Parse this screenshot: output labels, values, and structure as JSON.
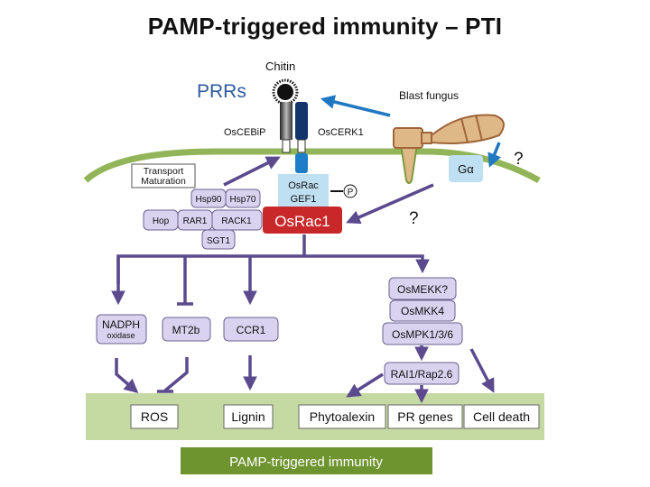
{
  "title": "PAMP-triggered immunity – PTI",
  "labels": {
    "chitin": "Chitin",
    "prrs": "PRRs",
    "oscebip": "OsCEBiP",
    "oscerk1": "OsCERK1",
    "blast_fungus": "Blast fungus",
    "g_alpha": "Gα",
    "question_fungus": "?",
    "question_rac": "?",
    "transport_line1": "Transport",
    "transport_line2": "Maturation",
    "osrac_gef_line1": "OsRac",
    "osrac_gef_line2": "GEF1",
    "phospho": "P",
    "osrac1": "OsRac1"
  },
  "chaperones": {
    "hsp90": "Hsp90",
    "hsp70": "Hsp70",
    "hop": "Hop",
    "rar1": "RAR1",
    "rack1": "RACK1",
    "sgt1": "SGT1"
  },
  "downstream": {
    "nadph_line1": "NADPH",
    "nadph_line2": "oxidase",
    "mt2b": "MT2b",
    "ccr1": "CCR1",
    "osmekk": "OsMEKK?",
    "osmkk4": "OsMKK4",
    "osmpk": "OsMPK1/3/6",
    "rai1": "RAI1/Rap2.6"
  },
  "outputs": [
    "ROS",
    "Lignin",
    "Phytoalexin",
    "PR genes",
    "Cell death"
  ],
  "footer_label": "PAMP-triggered immunity",
  "colors": {
    "membrane": "#93b55a",
    "output_band": "#c5d9a3",
    "footer_bar": "#6e9430",
    "arrow_purple": "#5b4a8e",
    "node_fill": "#d9d3f0",
    "node_stroke": "#6a6290",
    "osrac1_fill": "#c8282a",
    "gef_fill": "#bfe0f2",
    "prrs_text": "#2c5aa0",
    "blue_arrow": "#1f78c1",
    "fungus_fill": "#deb887",
    "fungus_stroke": "#a0663a"
  }
}
